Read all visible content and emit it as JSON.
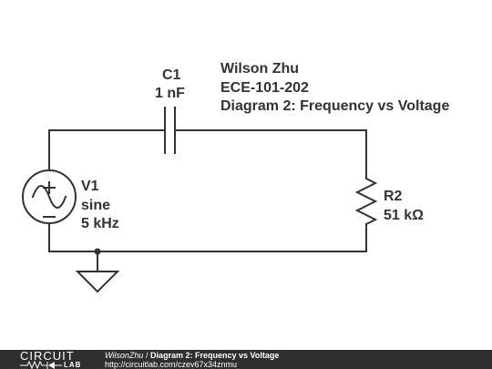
{
  "header": {
    "author": "Wilson Zhu",
    "course": "ECE-101-202",
    "title": "Diagram 2: Frequency vs Voltage"
  },
  "components": {
    "c1": {
      "name": "C1",
      "value": "1 nF"
    },
    "v1": {
      "name": "V1",
      "type": "sine",
      "value": "5 kHz"
    },
    "r2": {
      "name": "R2",
      "value": "51 kΩ"
    }
  },
  "footer": {
    "logo_top": "CIRCUIT",
    "logo_bottom": "LAB",
    "user": "WilsonZhu",
    "separator": "/",
    "title": "Diagram 2: Frequency vs Voltage",
    "url": "http://circuitlab.com/czev67x34znmu"
  },
  "colors": {
    "ink": "#333333",
    "footer_bg": "#2f2f2f"
  }
}
